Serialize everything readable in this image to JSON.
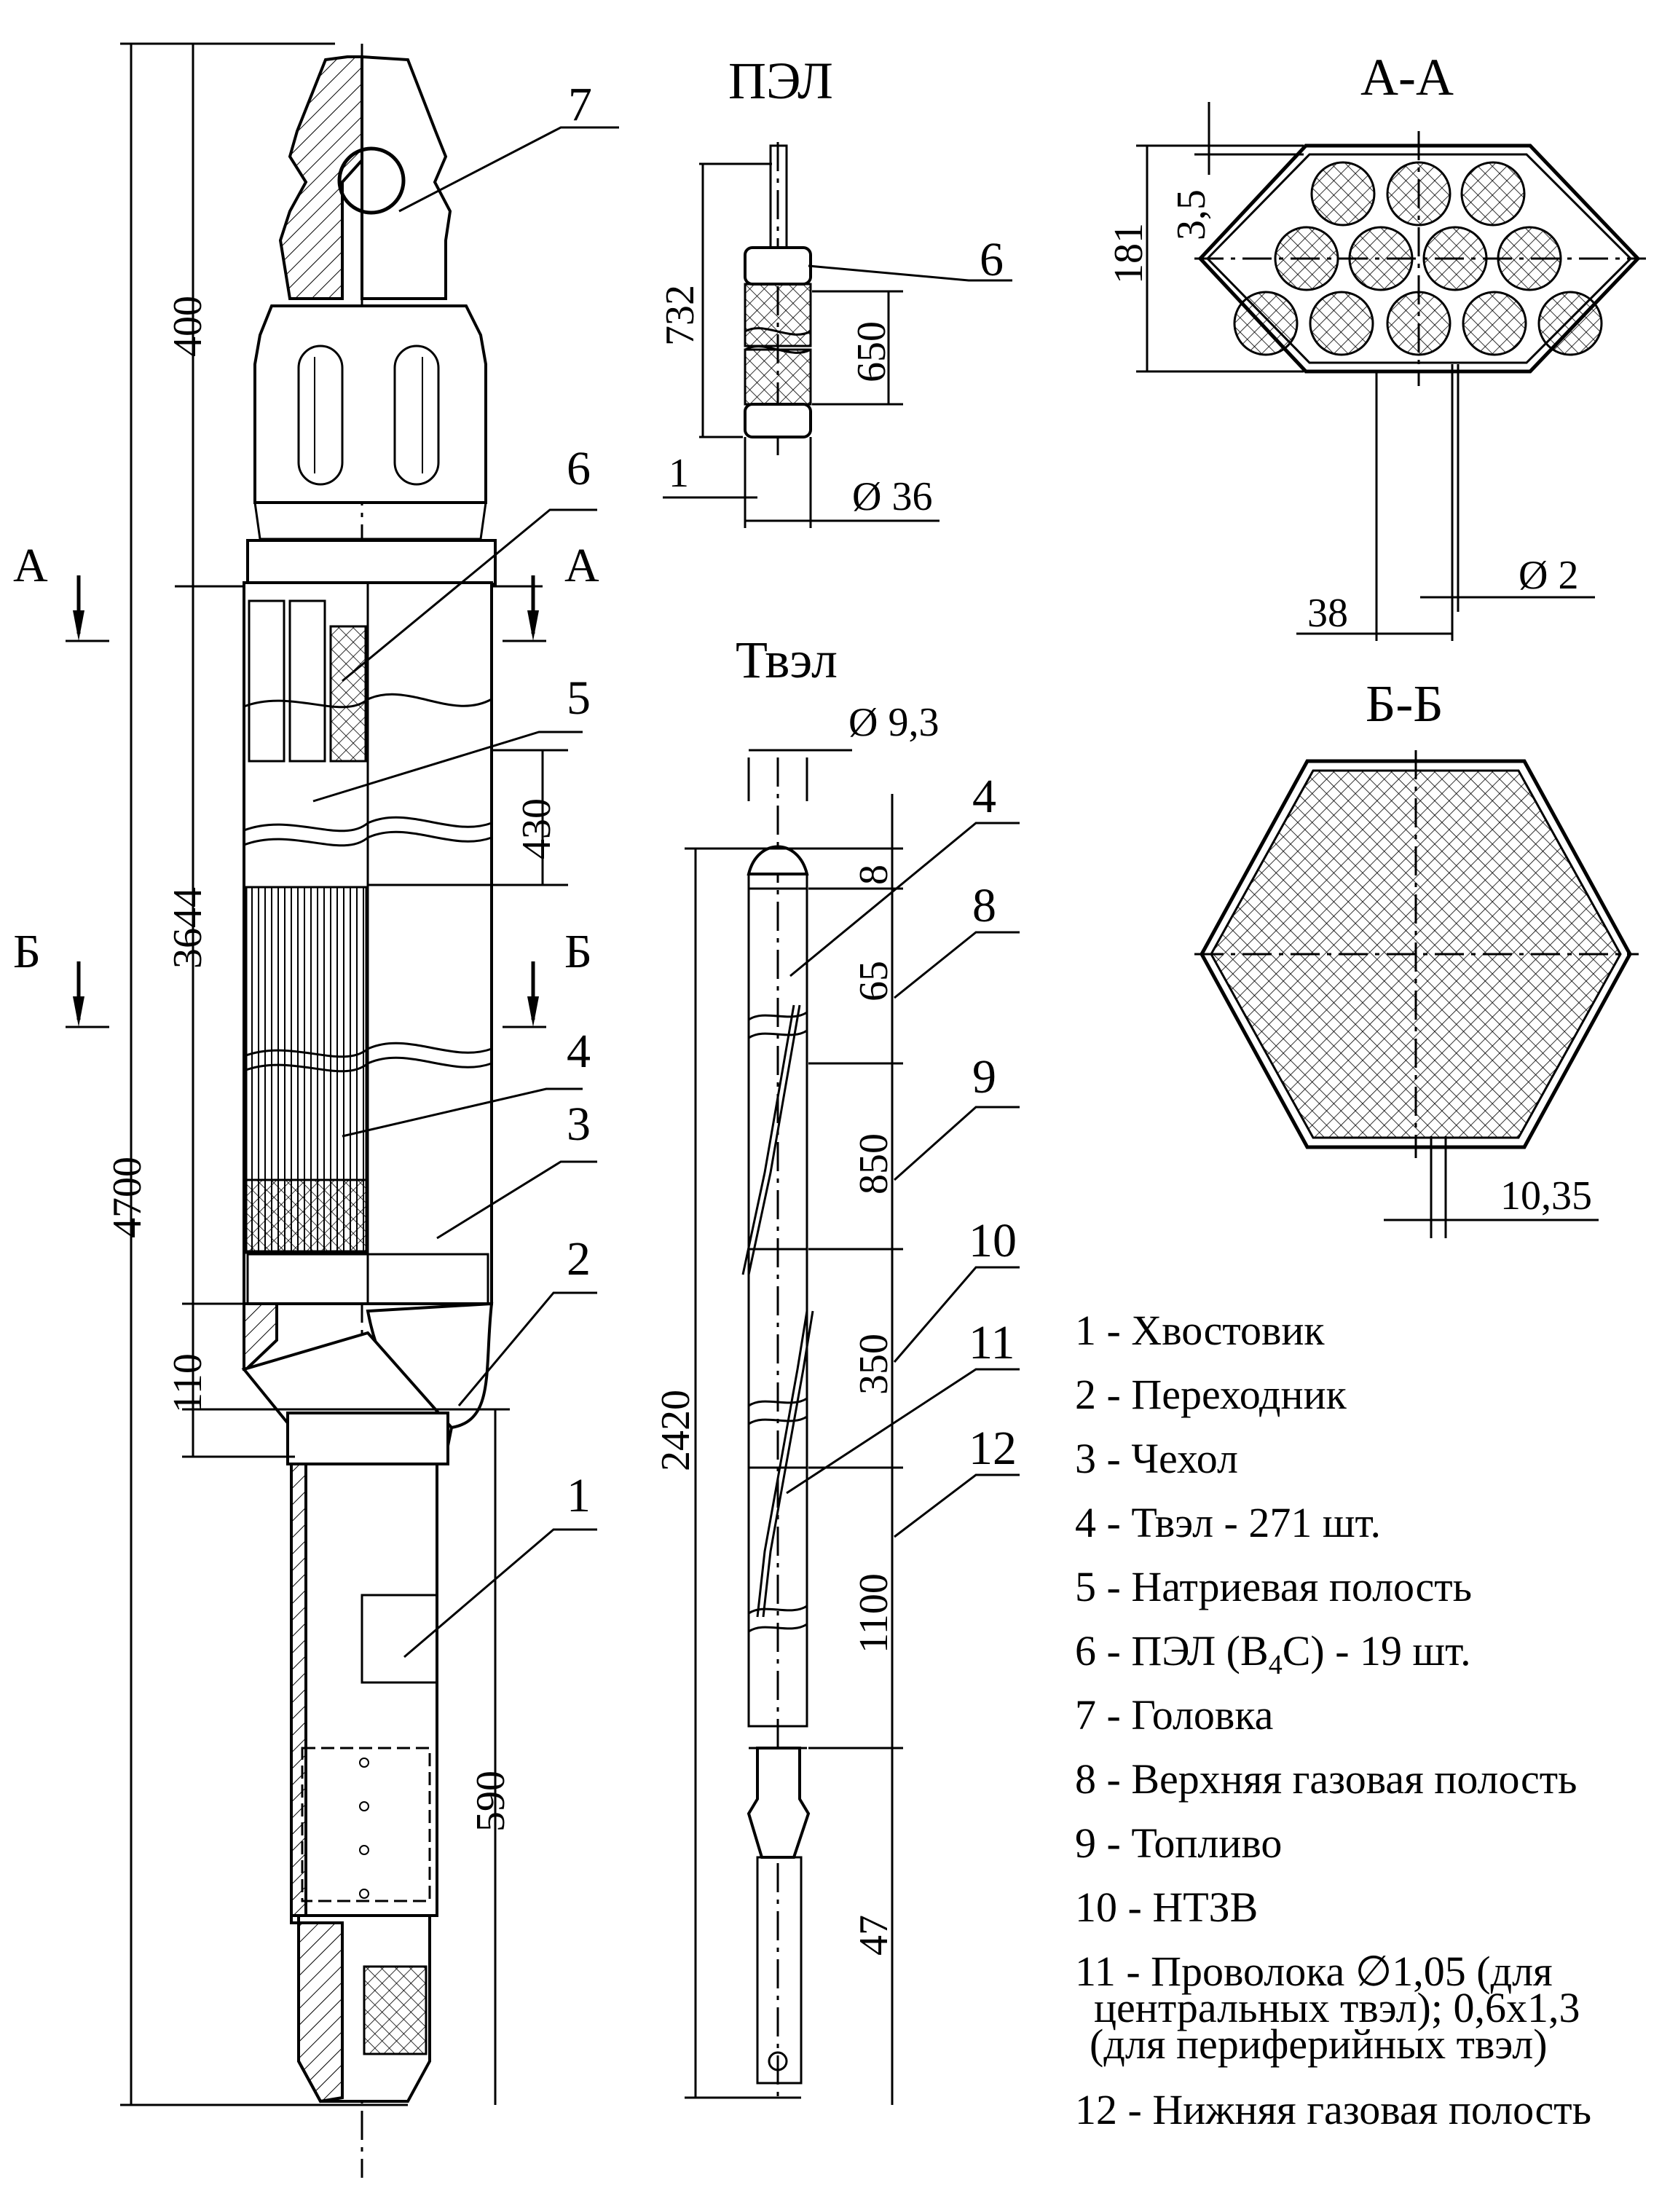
{
  "sections": {
    "pel_title": "ПЭЛ",
    "aa_title": "А-А",
    "tvel_title": "Твэл",
    "bb_title": "Б-Б",
    "cut_a_left": "А",
    "cut_a_right": "А",
    "cut_b_left": "Б",
    "cut_b_right": "Б"
  },
  "dimensions": {
    "assembly": {
      "total": "4700",
      "head": "400",
      "middle": "3644",
      "transition": "110",
      "shank": "590",
      "sodium": "430"
    },
    "pel": {
      "length": "732",
      "absorber": "650",
      "gap": "1",
      "diameter": "Ø 36"
    },
    "aa": {
      "width": "181",
      "wall": "3,5",
      "pitch": "38",
      "wire": "Ø 2"
    },
    "tvel": {
      "diameter": "Ø 9,3",
      "top_plug": "8",
      "upper_gas": "65",
      "fuel": "850",
      "ntzv": "350",
      "lower_gas": "1100",
      "bottom_plug": "47",
      "length": "2420"
    },
    "bb": {
      "pitch": "10,35"
    }
  },
  "callouts": {
    "assembly": [
      "7",
      "6",
      "5",
      "4",
      "3",
      "2",
      "1"
    ],
    "pel": [
      "6"
    ],
    "tvel": [
      "4",
      "8",
      "9",
      "10",
      "11",
      "12"
    ]
  },
  "legend": [
    {
      "id": "1",
      "text": "1 - Хвостовик"
    },
    {
      "id": "2",
      "text": "2 - Переходник"
    },
    {
      "id": "3",
      "text": "3 - Чехол"
    },
    {
      "id": "4",
      "text": "4 - Твэл - 271 шт."
    },
    {
      "id": "5",
      "text": "5 - Натриевая полость"
    },
    {
      "id": "6",
      "text_before": "6 - ПЭЛ (B",
      "text_sub": "4",
      "text_after": "C) - 19 шт."
    },
    {
      "id": "7",
      "text": "7 - Головка"
    },
    {
      "id": "8",
      "text": "8 - Верхняя газовая полость"
    },
    {
      "id": "9",
      "text": "9 - Топливо"
    },
    {
      "id": "10",
      "text": "10 - НТЗВ"
    },
    {
      "id": "11",
      "line1": "11 - Проволока   ∅1,05 (для",
      "line2": "центральных твэл); 0,6х1,3",
      "line3": "(для периферийных твэл)"
    },
    {
      "id": "12",
      "text": "12 - Нижняя газовая полость"
    }
  ]
}
